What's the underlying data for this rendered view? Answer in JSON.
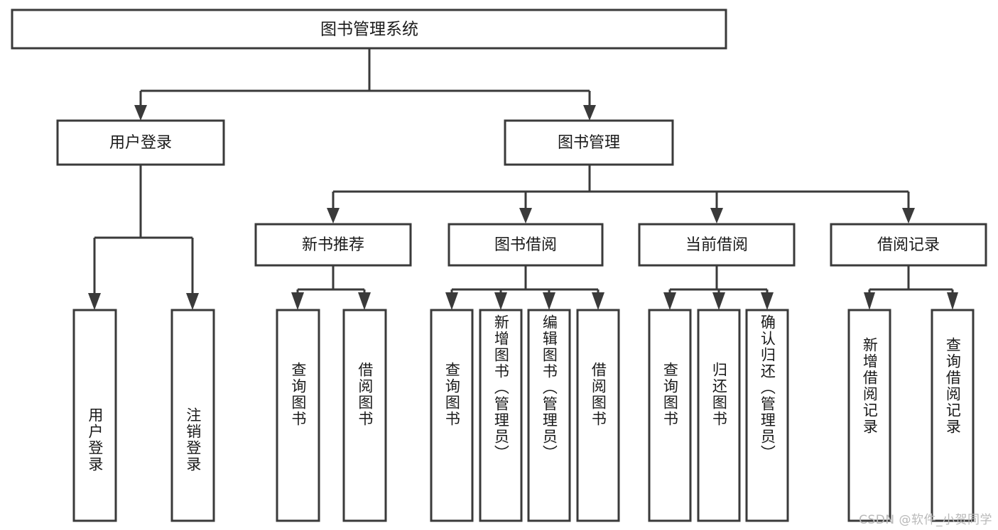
{
  "diagram": {
    "title": "图书管理系统",
    "watermark": "CSDN @软件_小贺同学",
    "colors": {
      "stroke": "#3a3a3a",
      "fill": "#ffffff",
      "text": "#1a1a1a",
      "watermark": "#b9b9b9",
      "background": "#ffffff"
    }
  },
  "nodes": {
    "root": {
      "label": "图书管理系统"
    },
    "level2": [
      {
        "label": "用户登录"
      },
      {
        "label": "图书管理"
      }
    ],
    "level3": [
      {
        "label": "新书推荐"
      },
      {
        "label": "图书借阅"
      },
      {
        "label": "当前借阅"
      },
      {
        "label": "借阅记录"
      }
    ]
  },
  "leaves": {
    "user_login": [
      {
        "label": "用户登录"
      },
      {
        "label": "注销登录"
      }
    ],
    "new_book_recommend": [
      {
        "label": "查询图书"
      },
      {
        "label": "借阅图书"
      }
    ],
    "book_borrow": [
      {
        "label": "查询图书"
      },
      {
        "label": "新增图书（管理员）"
      },
      {
        "label": "编辑图书（管理员）"
      },
      {
        "label": "借阅图书"
      }
    ],
    "current_borrow": [
      {
        "label": "查询图书"
      },
      {
        "label": "归还图书"
      },
      {
        "label": "确认归还（管理员）"
      }
    ],
    "borrow_records": [
      {
        "label": "新增借阅记录"
      },
      {
        "label": "查询借阅记录"
      }
    ]
  }
}
